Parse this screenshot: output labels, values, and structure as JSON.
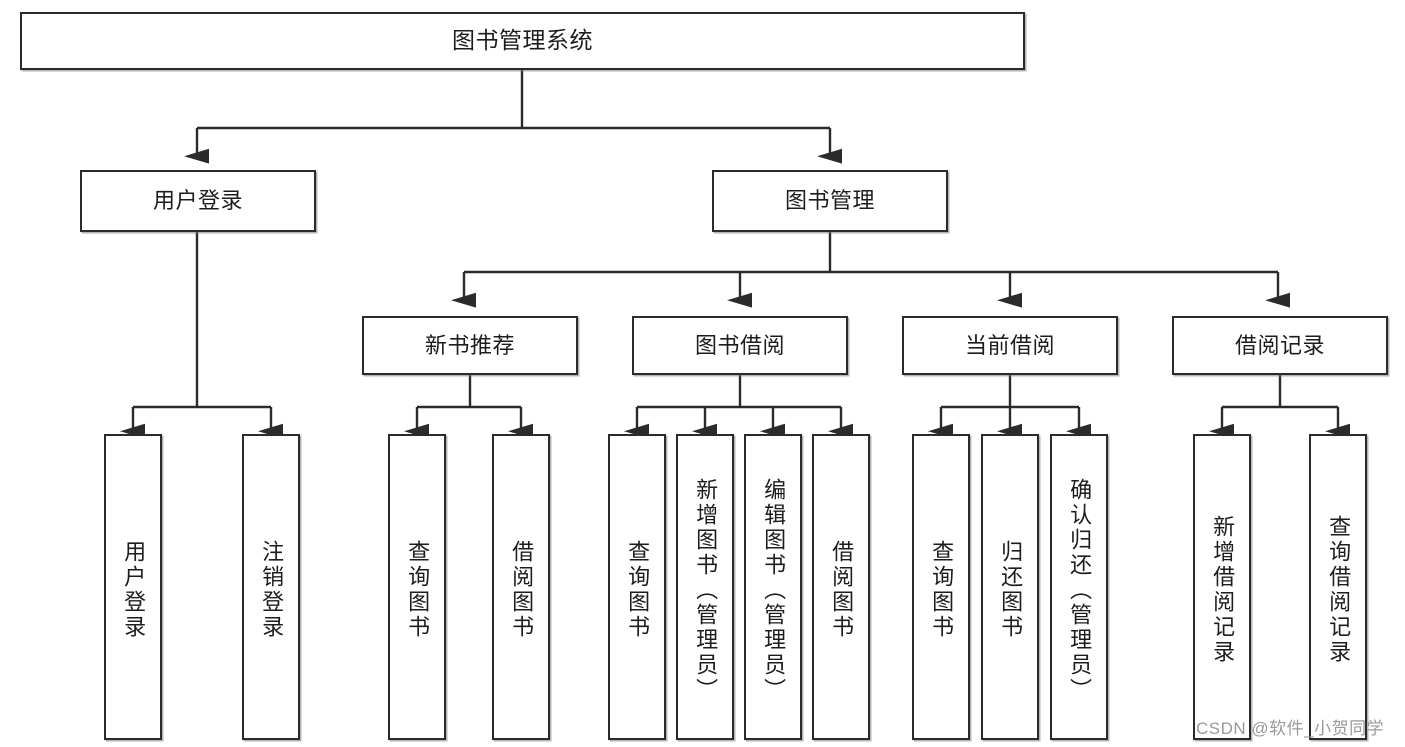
{
  "diagram": {
    "title": "图书管理系统",
    "type": "hierarchy-tree",
    "levels": 4,
    "colors": {
      "box_border": "#2b2b2b",
      "box_fill": "#ffffff",
      "connector": "#2b2b2b",
      "watermark": "#9a9a9a",
      "background": "#ffffff"
    },
    "nodes": {
      "root": {
        "label": "图书管理系统"
      },
      "level2": [
        {
          "label": "用户登录"
        },
        {
          "label": "图书管理"
        }
      ],
      "level3": [
        {
          "label": "新书推荐"
        },
        {
          "label": "图书借阅"
        },
        {
          "label": "当前借阅"
        },
        {
          "label": "借阅记录"
        }
      ],
      "leaves": {
        "user_login": [
          {
            "label": "用户登录"
          },
          {
            "label": "注销登录"
          }
        ],
        "new_book_recommend": [
          {
            "label": "查询图书"
          },
          {
            "label": "借阅图书"
          }
        ],
        "book_borrow": [
          {
            "label": "查询图书"
          },
          {
            "label": "新增图书（管理员）"
          },
          {
            "label": "编辑图书（管理员）"
          },
          {
            "label": "借阅图书"
          }
        ],
        "current_borrow": [
          {
            "label": "查询图书"
          },
          {
            "label": "归还图书"
          },
          {
            "label": "确认归还（管理员）"
          }
        ],
        "borrow_record": [
          {
            "label": "新增借阅记录"
          },
          {
            "label": "查询借阅记录"
          }
        ]
      }
    },
    "watermark": "CSDN @软件_小贺同学"
  }
}
